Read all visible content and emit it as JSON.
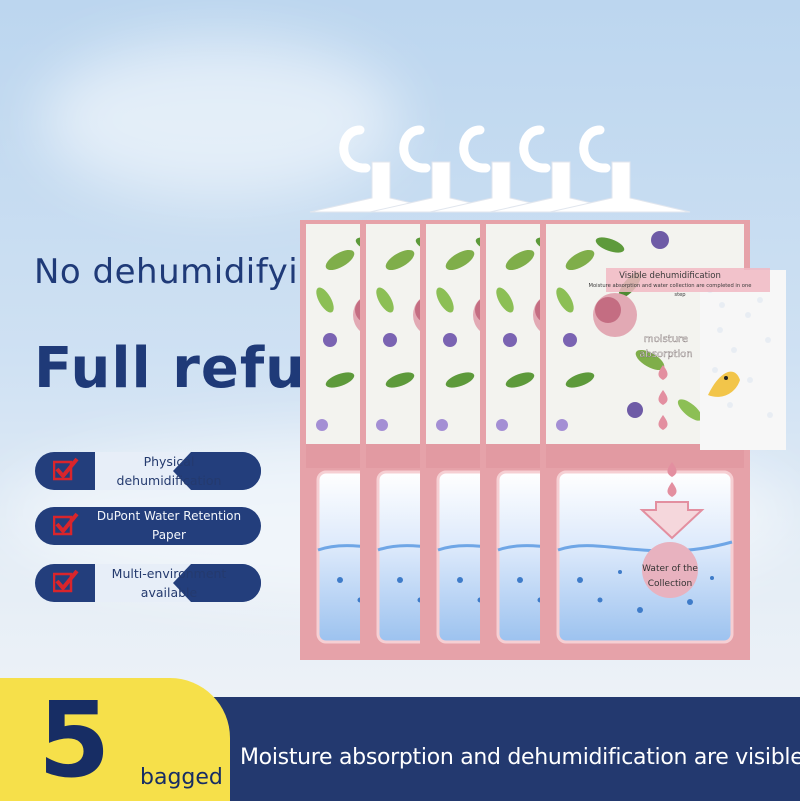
{
  "headline": {
    "line1": "No dehumidifying",
    "line2": "Full refund"
  },
  "features": [
    {
      "label_line1": "Physical",
      "label_line2": "dehumidification",
      "icon": "red-check-icon"
    },
    {
      "label_line1": "DuPont Water Retention Paper",
      "label_line2": "",
      "icon": "red-check-icon"
    },
    {
      "label_line1": "Multi-environment",
      "label_line2": "available",
      "icon": "red-check-icon"
    }
  ],
  "product": {
    "bag_count_shown": 5,
    "top_label": {
      "title": "Visible dehumidification",
      "subtitle_line1": "Moisture absorption and water collection are completed in one",
      "subtitle_line2": "step"
    },
    "moisture_label_line1": "moisture",
    "moisture_label_line2": "absorption",
    "water_label_line1": "Water of the",
    "water_label_line2": "Collection"
  },
  "banner": {
    "count": "5",
    "unit": "bagged",
    "tagline": "Moisture absorption and dehumidification are visible!"
  },
  "colors": {
    "navy": "#23396f",
    "yellow": "#f6e04a",
    "pink": "#e6a2a9",
    "check_red": "#d9252b"
  }
}
